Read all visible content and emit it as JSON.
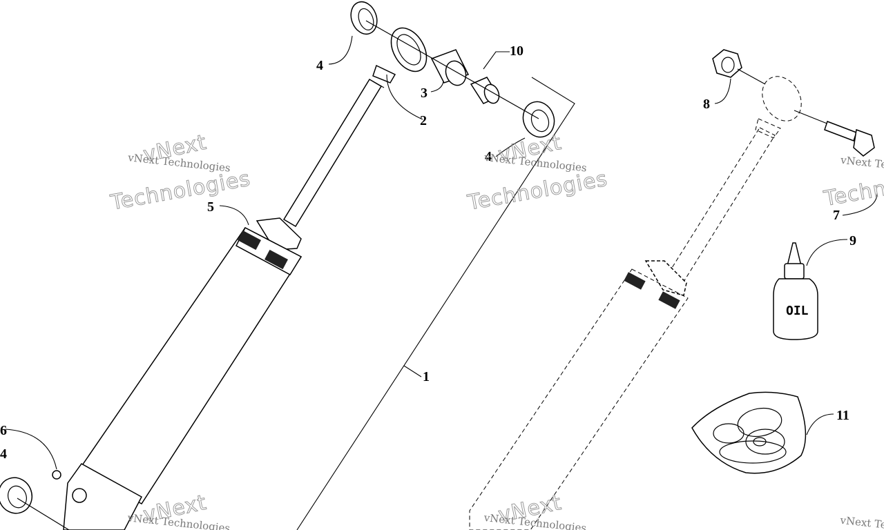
{
  "callouts": [
    {
      "num": "1"
    },
    {
      "num": "2"
    },
    {
      "num": "3"
    },
    {
      "num": "4"
    },
    {
      "num": "4"
    },
    {
      "num": "4"
    },
    {
      "num": "5"
    },
    {
      "num": "6"
    },
    {
      "num": "7"
    },
    {
      "num": "8"
    },
    {
      "num": "9"
    },
    {
      "num": "10"
    },
    {
      "num": "11"
    }
  ],
  "watermark": {
    "line1": "vNext",
    "line2": "vNext Technologies",
    "line3": "Technologies"
  },
  "oil_label": "OIL"
}
